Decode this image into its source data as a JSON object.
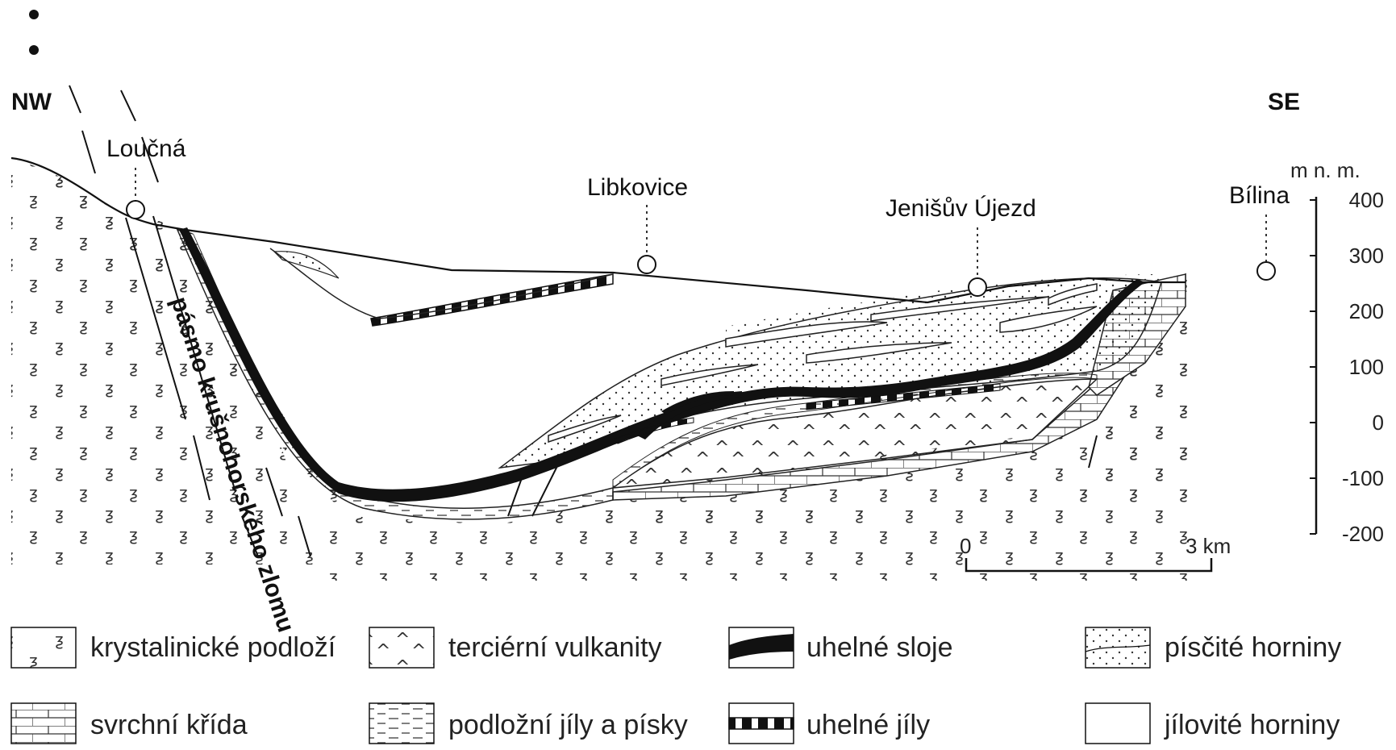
{
  "orientation": {
    "left": "NW",
    "right": "SE"
  },
  "places": [
    {
      "id": "loucna",
      "name": "Loučná"
    },
    {
      "id": "libkovice",
      "name": "Libkovice"
    },
    {
      "id": "jenisuv",
      "name": "Jenišův Újezd"
    },
    {
      "id": "bilina",
      "name": "Bílina"
    }
  ],
  "fault_zone_label": "pásmo krušnohorského zlomu",
  "elevation_axis": {
    "unit": "m n. m.",
    "ticks": [
      "400",
      "300",
      "200",
      "100",
      "0",
      "-100",
      "-200"
    ]
  },
  "scale_bar": {
    "start": "0",
    "end": "3 km"
  },
  "legend": [
    {
      "id": "krystalinicke",
      "label": "krystalinické podloží"
    },
    {
      "id": "vulkanity",
      "label": "terciérní vulkanity"
    },
    {
      "id": "sloje",
      "label": "uhelné sloje"
    },
    {
      "id": "piscite",
      "label": "písčité horniny"
    },
    {
      "id": "krida",
      "label": "svrchní křída"
    },
    {
      "id": "jily",
      "label": "podložní jíly a písky"
    },
    {
      "id": "uhelne-jily",
      "label": "uhelné jíly"
    },
    {
      "id": "jilovite",
      "label": "jílovité horniny"
    }
  ]
}
